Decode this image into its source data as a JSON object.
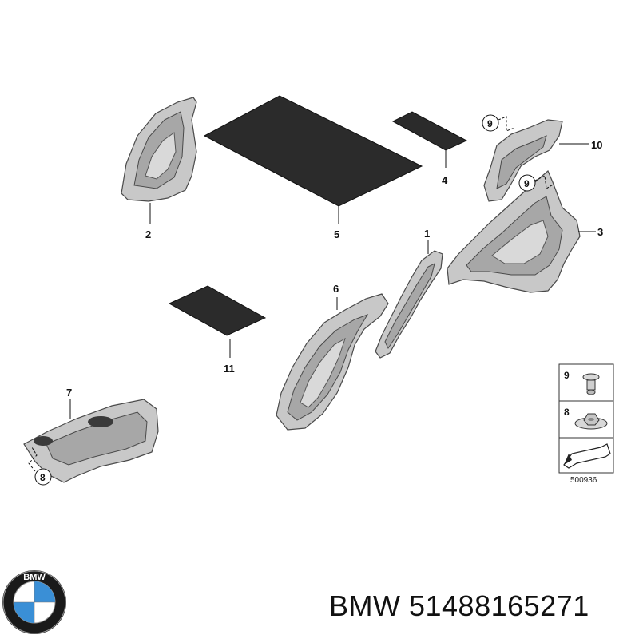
{
  "callouts": {
    "p1": "1",
    "p2": "2",
    "p3": "3",
    "p4": "4",
    "p5": "5",
    "p6": "6",
    "p7": "7",
    "p8": "8",
    "p9a": "9",
    "p9b": "9",
    "p10": "10",
    "p11": "11"
  },
  "legend": {
    "item_9": "9",
    "item_8": "8",
    "diagram_number": "500936"
  },
  "brand": {
    "logo_letters": "BMW",
    "caption": "BMW 51488165271"
  },
  "colors": {
    "part_gray": "#c8c8c8",
    "mat_black": "#2b2b2b",
    "bmw_blue": "#3a8fd6"
  }
}
